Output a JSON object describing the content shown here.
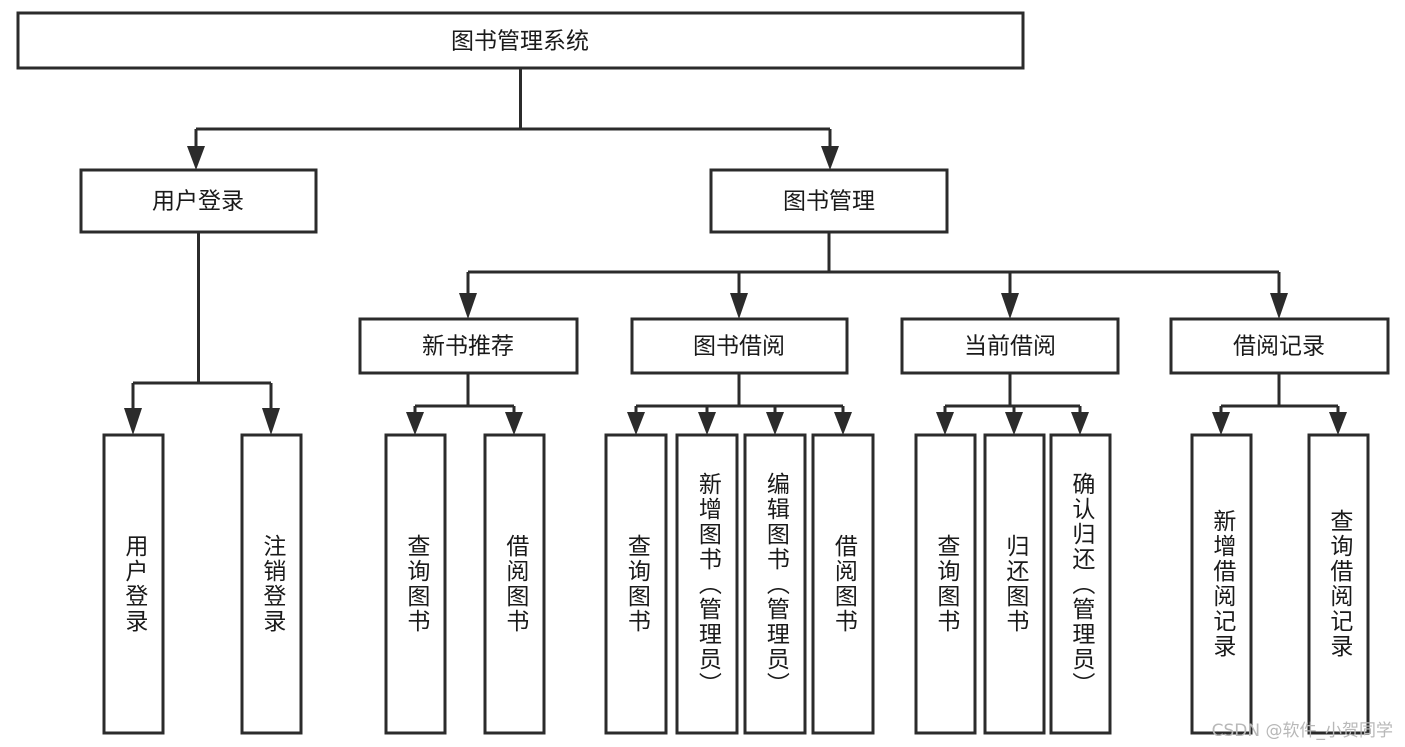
{
  "diagram": {
    "title": "图书管理系统",
    "type": "tree-hierarchy",
    "watermark": "CSDN @软件_小贺同学",
    "colors": {
      "box_stroke": "#2b2b2b",
      "box_fill": "#ffffff",
      "connector": "#2b2b2b",
      "text": "#1a1a1a",
      "watermark": "#b8b8b8",
      "background": "#ffffff"
    },
    "root": {
      "label": "图书管理系统"
    },
    "level2": [
      {
        "label": "用户登录"
      },
      {
        "label": "图书管理"
      }
    ],
    "level3": [
      {
        "label": "新书推荐"
      },
      {
        "label": "图书借阅"
      },
      {
        "label": "当前借阅"
      },
      {
        "label": "借阅记录"
      }
    ],
    "leaves": {
      "user_login": [
        {
          "label": "用户登录"
        },
        {
          "label": "注销登录"
        }
      ],
      "new_book_recommend": [
        {
          "label": "查询图书"
        },
        {
          "label": "借阅图书"
        }
      ],
      "book_borrow": [
        {
          "label": "查询图书"
        },
        {
          "label": "新增图书（管理员）"
        },
        {
          "label": "编辑图书（管理员）"
        },
        {
          "label": "借阅图书"
        }
      ],
      "current_borrow": [
        {
          "label": "查询图书"
        },
        {
          "label": "归还图书"
        },
        {
          "label": "确认归还（管理员）"
        }
      ],
      "borrow_record": [
        {
          "label": "新增借阅记录"
        },
        {
          "label": "查询借阅记录"
        }
      ]
    }
  }
}
